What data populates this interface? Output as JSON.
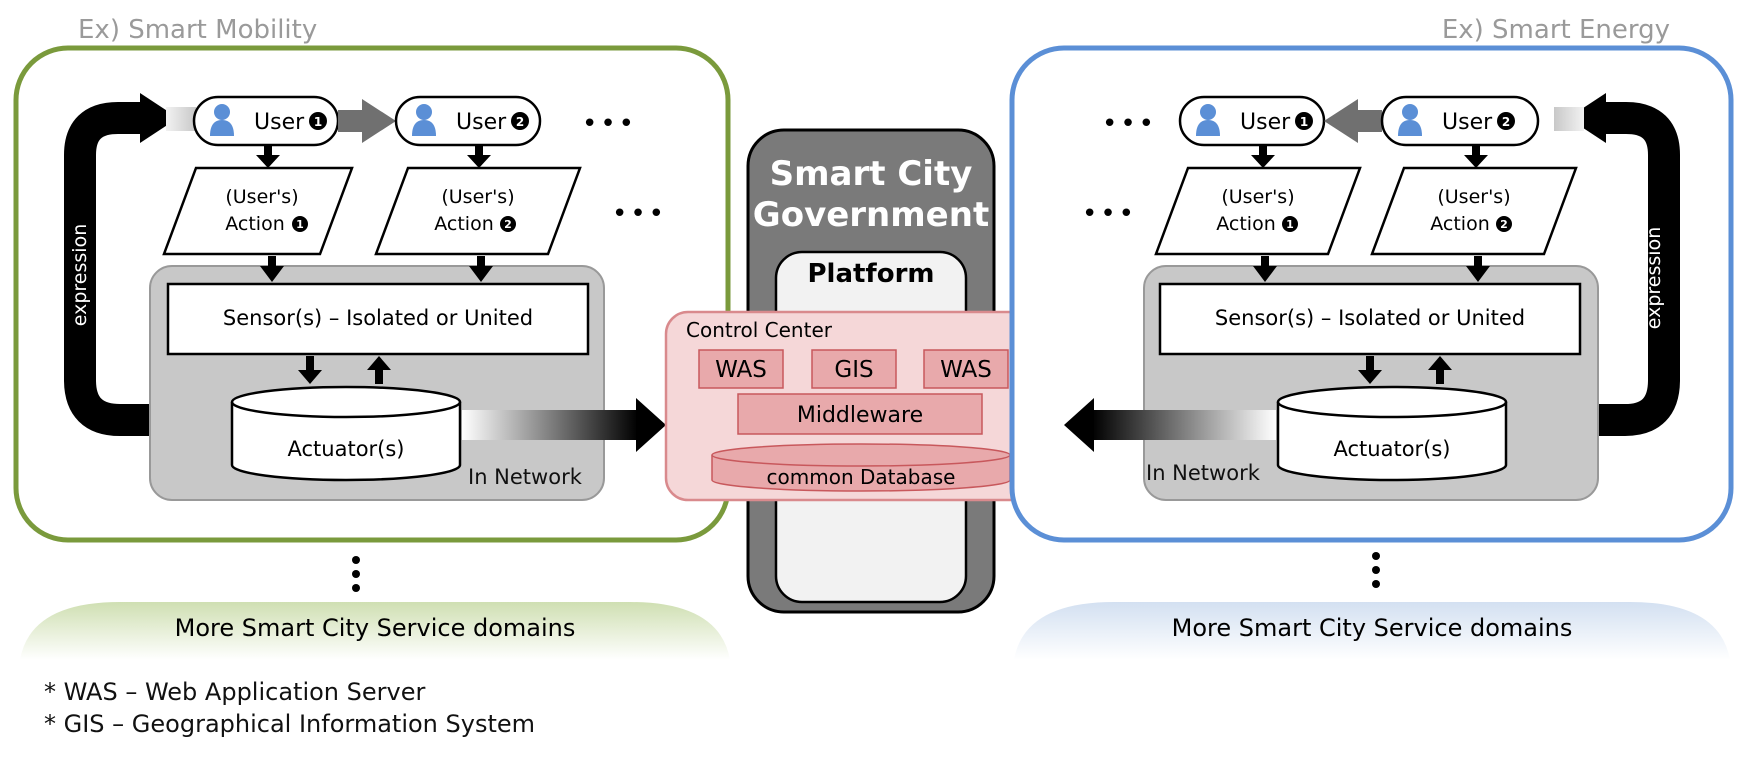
{
  "left_panel": {
    "title": "Ex) Smart Mobility",
    "user1": "User",
    "user2": "User",
    "action_prefix": "(User's)",
    "action_word": "Action",
    "sensor": "Sensor(s) – Isolated or United",
    "actuator": "Actuator(s)",
    "network": "In Network",
    "expression": "expression",
    "more_domains": "More Smart City Service domains",
    "border_color": "#7a9a3c",
    "banner_color": "#d6e3bf"
  },
  "right_panel": {
    "title": "Ex) Smart Energy",
    "user1": "User",
    "user2": "User",
    "action_prefix": "(User's)",
    "action_word": "Action",
    "sensor": "Sensor(s) – Isolated or United",
    "actuator": "Actuator(s)",
    "network": "In Network",
    "expression": "expression",
    "more_domains": "More Smart City Service domains",
    "border_color": "#5b8fd6",
    "banner_color": "#dbe6f3"
  },
  "center": {
    "gov_line1": "Smart City",
    "gov_line2": "Government",
    "platform": "Platform",
    "control_center": "Control Center",
    "was_left": "WAS",
    "gis": "GIS",
    "was_right": "WAS",
    "middleware": "Middleware",
    "database": "common Database",
    "gov_color": "#7a7a7a",
    "control_fill": "#f5d7d8",
    "control_border": "#d98a8d",
    "module_fill": "#e8a9ab",
    "module_border": "#c8585c"
  },
  "badges": {
    "one": "1",
    "two": "2"
  },
  "ellipsis": "•••",
  "footnotes": {
    "was": "* WAS – Web Application Server",
    "gis": "* GIS – Geographical Information System"
  }
}
